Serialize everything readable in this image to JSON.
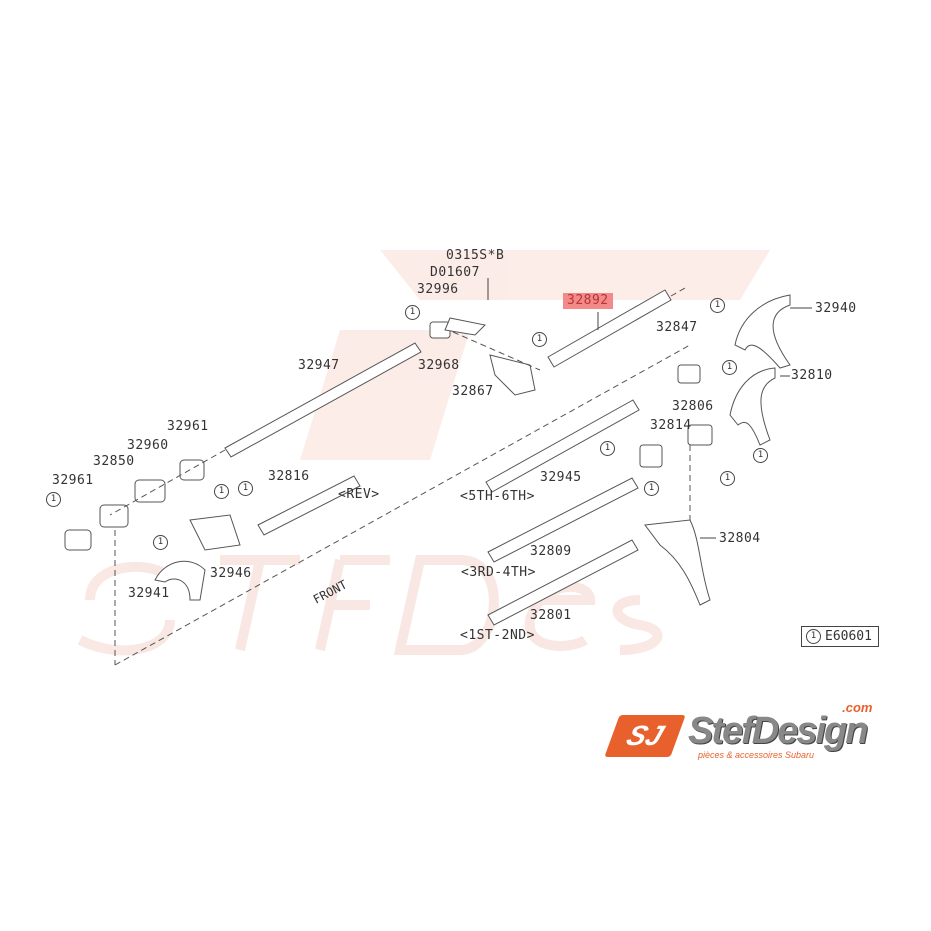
{
  "watermark": {
    "brand": "StefDesign",
    "tagline": "pièces & accessoires Subaru",
    "domain": ".com"
  },
  "labels": {
    "p0315sb": "0315S*B",
    "d01607": "D01607",
    "p32996": "32996",
    "p32892": "32892",
    "p32940": "32940",
    "p32847": "32847",
    "p32947": "32947",
    "p32968": "32968",
    "p32810": "32810",
    "p32867": "32867",
    "p32806": "32806",
    "p32814": "32814",
    "p32961a": "32961",
    "p32960": "32960",
    "p32850": "32850",
    "p32961b": "32961",
    "p32816": "32816",
    "rev": "<REV>",
    "p32945": "32945",
    "fifth_sixth": "<5TH-6TH>",
    "p32804": "32804",
    "p32809": "32809",
    "third_fourth": "<3RD-4TH>",
    "p32946": "32946",
    "p32941": "32941",
    "p32801": "32801",
    "first_second": "<1ST-2ND>",
    "front": "FRONT"
  },
  "marker": "1",
  "reference": {
    "marker": "1",
    "code": "E60601"
  },
  "logo": {
    "mark": "SJ",
    "name": "StefDesign",
    "tagline": "pièces & accessoires Subaru",
    "domain": ".com"
  },
  "highlight_color": "#f28a8a"
}
